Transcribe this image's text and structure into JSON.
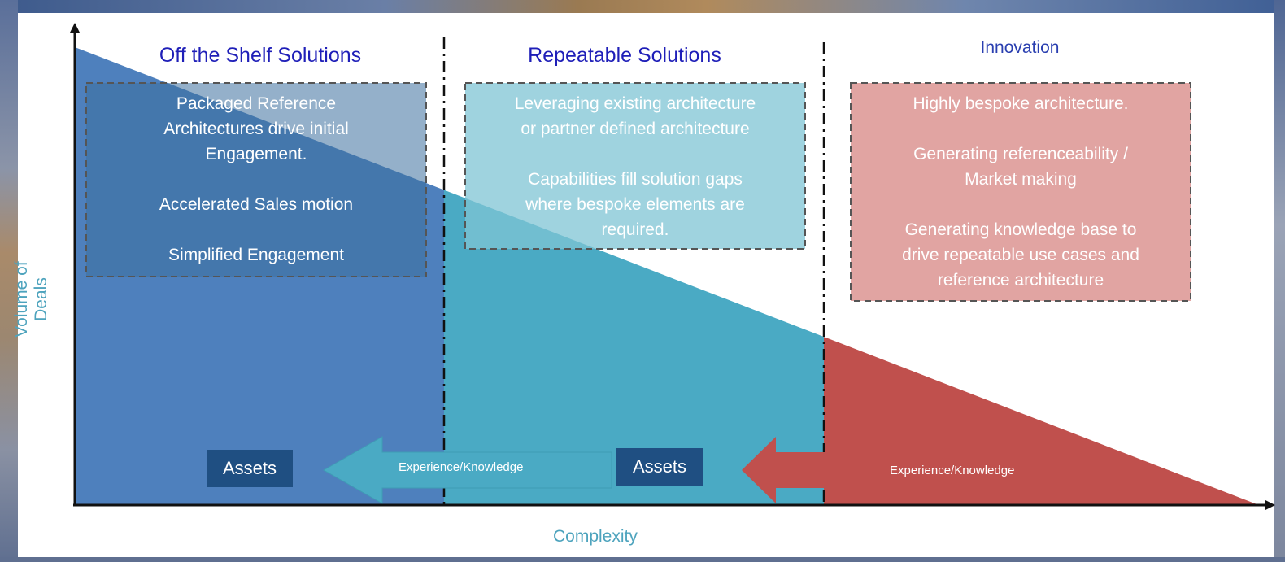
{
  "columns": [
    {
      "title": "Off the Shelf Solutions",
      "lines": [
        "Packaged Reference",
        "Architectures drive initial",
        "Engagement.",
        "",
        "Accelerated Sales motion",
        "",
        "Simplified Engagement"
      ]
    },
    {
      "title": "Repeatable Solutions",
      "lines": [
        "Leveraging existing architecture",
        "or partner defined architecture",
        "",
        "Capabilities fill solution gaps",
        "where bespoke elements are",
        "required."
      ]
    },
    {
      "title": "Innovation",
      "lines": [
        "Highly bespoke architecture.",
        "",
        "Generating referenceability /",
        "Market making",
        "",
        "Generating knowledge base to",
        "drive repeatable use cases and",
        "reference architecture"
      ]
    }
  ],
  "assets": [
    "Assets",
    "Assets"
  ],
  "arrows": [
    "Experience/Knowledge",
    "Experience/Knowledge"
  ],
  "axes": {
    "x_label": "Complexity",
    "y_label": "Volume of Deals"
  },
  "colors": {
    "blue": "#4e80bd",
    "teal": "#4aaac4",
    "red": "#c0504d",
    "asset_box": "#1f4f82"
  }
}
